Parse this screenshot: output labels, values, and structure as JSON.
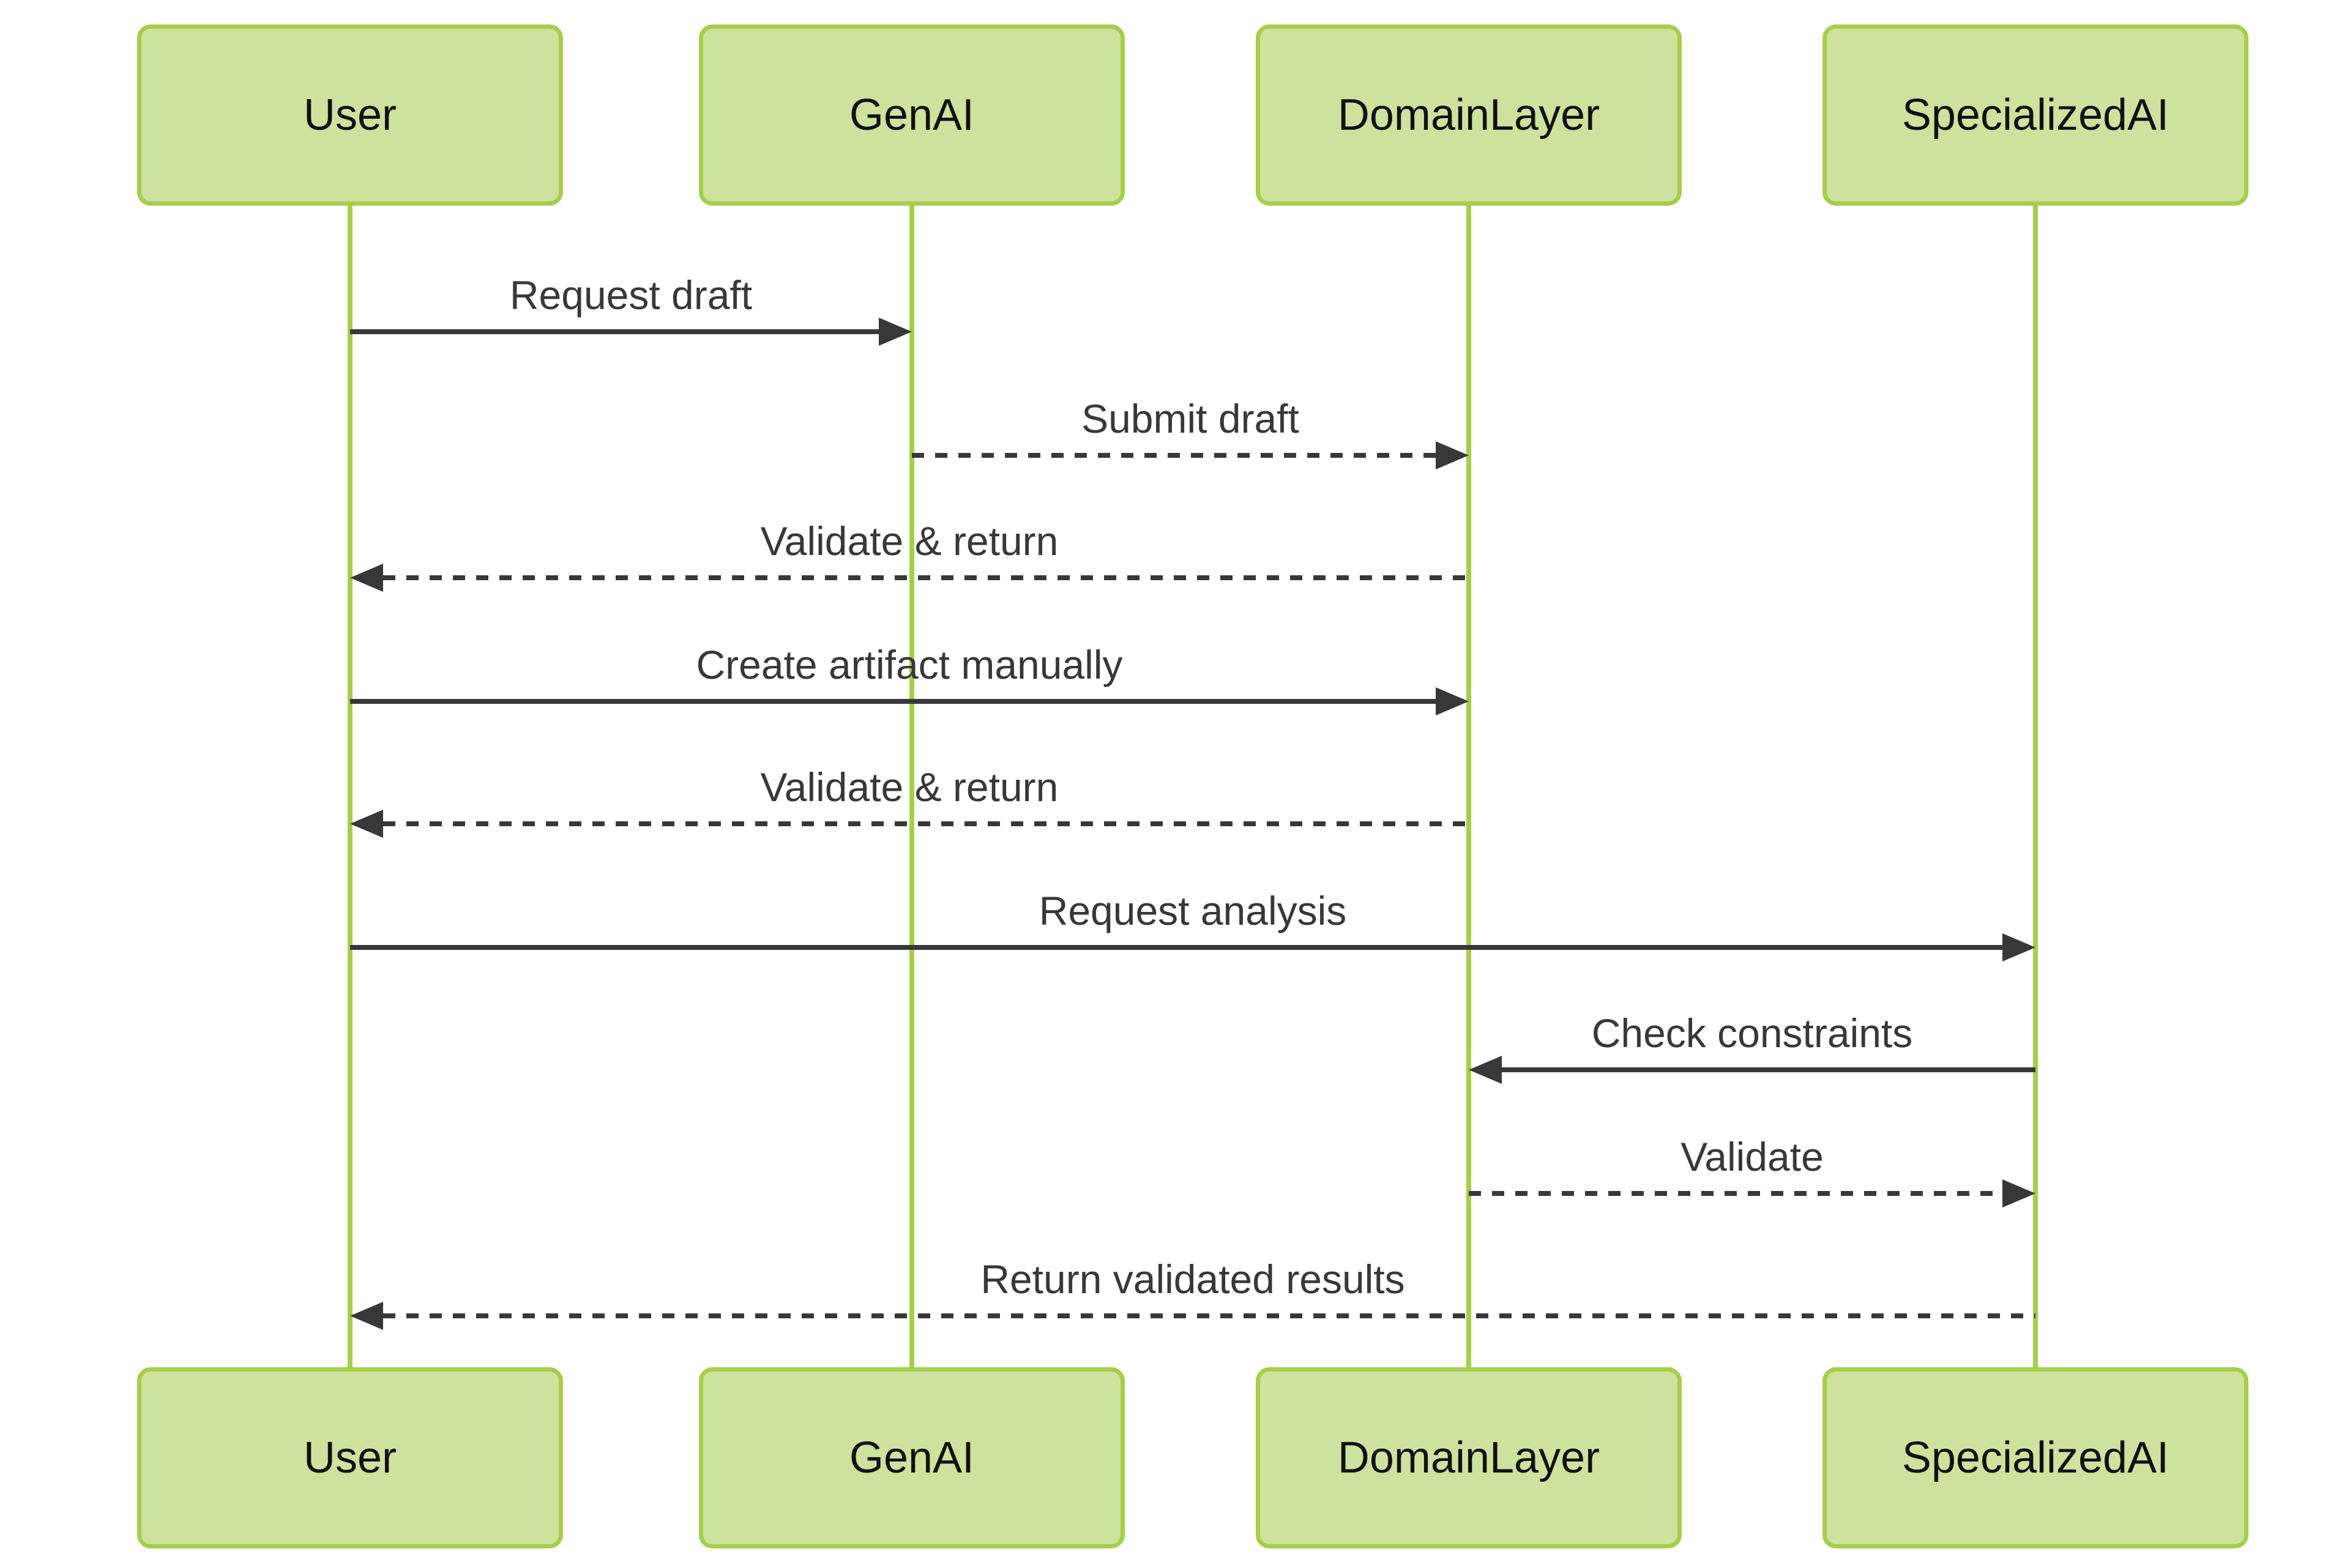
{
  "diagram": {
    "actors": [
      {
        "name": "User"
      },
      {
        "name": "GenAI"
      },
      {
        "name": "DomainLayer"
      },
      {
        "name": "SpecializedAI"
      }
    ],
    "messages": [
      {
        "label": "Request draft",
        "from": "User",
        "to": "GenAI",
        "line": "solid",
        "direction": "right"
      },
      {
        "label": "Submit draft",
        "from": "GenAI",
        "to": "DomainLayer",
        "line": "dashed",
        "direction": "right"
      },
      {
        "label": "Validate & return",
        "from": "DomainLayer",
        "to": "User",
        "line": "dashed",
        "direction": "left"
      },
      {
        "label": "Create artifact manually",
        "from": "User",
        "to": "DomainLayer",
        "line": "solid",
        "direction": "right"
      },
      {
        "label": "Validate & return",
        "from": "DomainLayer",
        "to": "User",
        "line": "dashed",
        "direction": "left"
      },
      {
        "label": "Request analysis",
        "from": "User",
        "to": "SpecializedAI",
        "line": "solid",
        "direction": "right"
      },
      {
        "label": "Check constraints",
        "from": "SpecializedAI",
        "to": "DomainLayer",
        "line": "solid",
        "direction": "left"
      },
      {
        "label": "Validate",
        "from": "DomainLayer",
        "to": "SpecializedAI",
        "line": "dashed",
        "direction": "right"
      },
      {
        "label": "Return validated results",
        "from": "SpecializedAI",
        "to": "User",
        "line": "dashed",
        "direction": "left"
      }
    ],
    "colors": {
      "actor_fill": "#cde29c",
      "actor_border": "#a6ce4b",
      "lifeline": "#a6ce4b",
      "arrow": "#383838",
      "actor_text": "#111111",
      "message_text": "#383838",
      "background": "#ffffff"
    }
  }
}
